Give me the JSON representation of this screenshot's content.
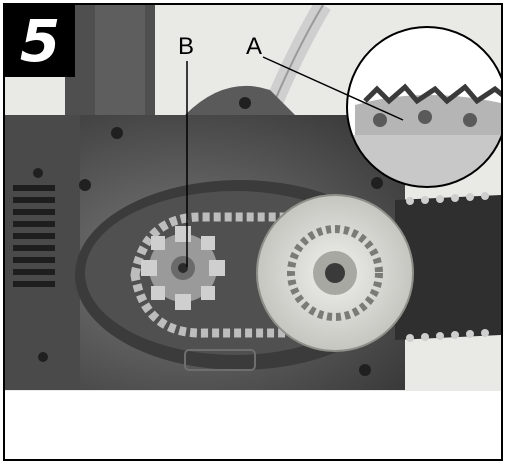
{
  "figure": {
    "step_number": "5",
    "callouts": {
      "a": "A",
      "b": "B"
    }
  },
  "colors": {
    "badge_background": "#000000",
    "badge_text": "#ffffff",
    "frame_border": "#000000"
  }
}
